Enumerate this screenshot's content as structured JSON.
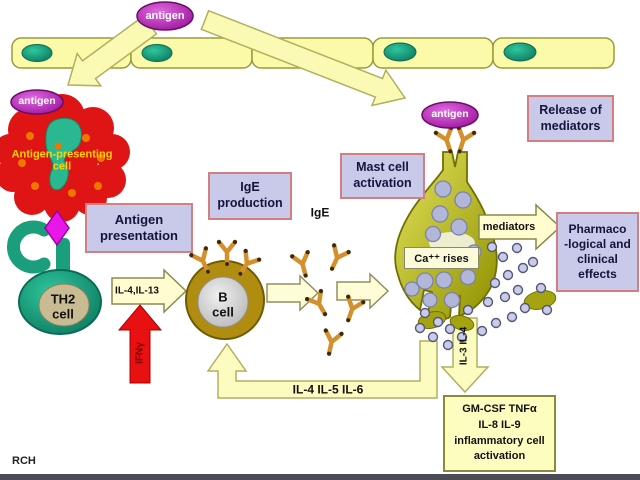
{
  "labels": {
    "antigen_top": "antigen",
    "antigen_apc": "antigen",
    "antigen_mast": "antigen",
    "apc": "Antigen-presenting\ncell",
    "antigen_presentation": "Antigen\npresentation",
    "th2_cell": "TH2\ncell",
    "il4_il13": "IL-4,IL-13",
    "ifn_gamma": "IFNγ",
    "b_cell": "B\ncell",
    "ige_production": "IgE\nproduction",
    "ige": "IgE",
    "mast_cell_activation": "Mast cell\nactivation",
    "ca_rises": "Ca⁺⁺ rises",
    "mediators": "mediators",
    "release_of_mediators": "Release of\nmediators",
    "pharmacological_effects": "Pharmaco\n-logical and\nclinical\neffects",
    "il4_il5_il6": "IL-4 IL-5 IL-6",
    "il3_il4": "IL-3 IL-4",
    "cytokine_box": "GM-CSF TNFα\nIL-8 IL-9\ninflammatory cell\nactivation",
    "watermark": "RCH"
  },
  "colors": {
    "label_box_fill": "#c9c9ea",
    "label_box_border": "#d27f7f",
    "epithelial_fill": "#fafaa8",
    "nucleus_fill": "#0fa884",
    "antigen_oval": "#b321b3",
    "apc_fill": "#df1414",
    "apc_text": "#ffd400",
    "th2_fill": "#14957a",
    "th2_center": "#c9bc92",
    "b_cell_ring": "#b08c10",
    "b_cell_center": "#d9d9d9",
    "mast_fill": "#c3c31c",
    "granule_fill": "#b2b7d9",
    "process_arrow_fill": "#fcfcc0",
    "ifn_arrow_fill": "#e81010",
    "cytokine_box_fill": "#fdfdc0",
    "antibody_color": "#d4902c"
  }
}
